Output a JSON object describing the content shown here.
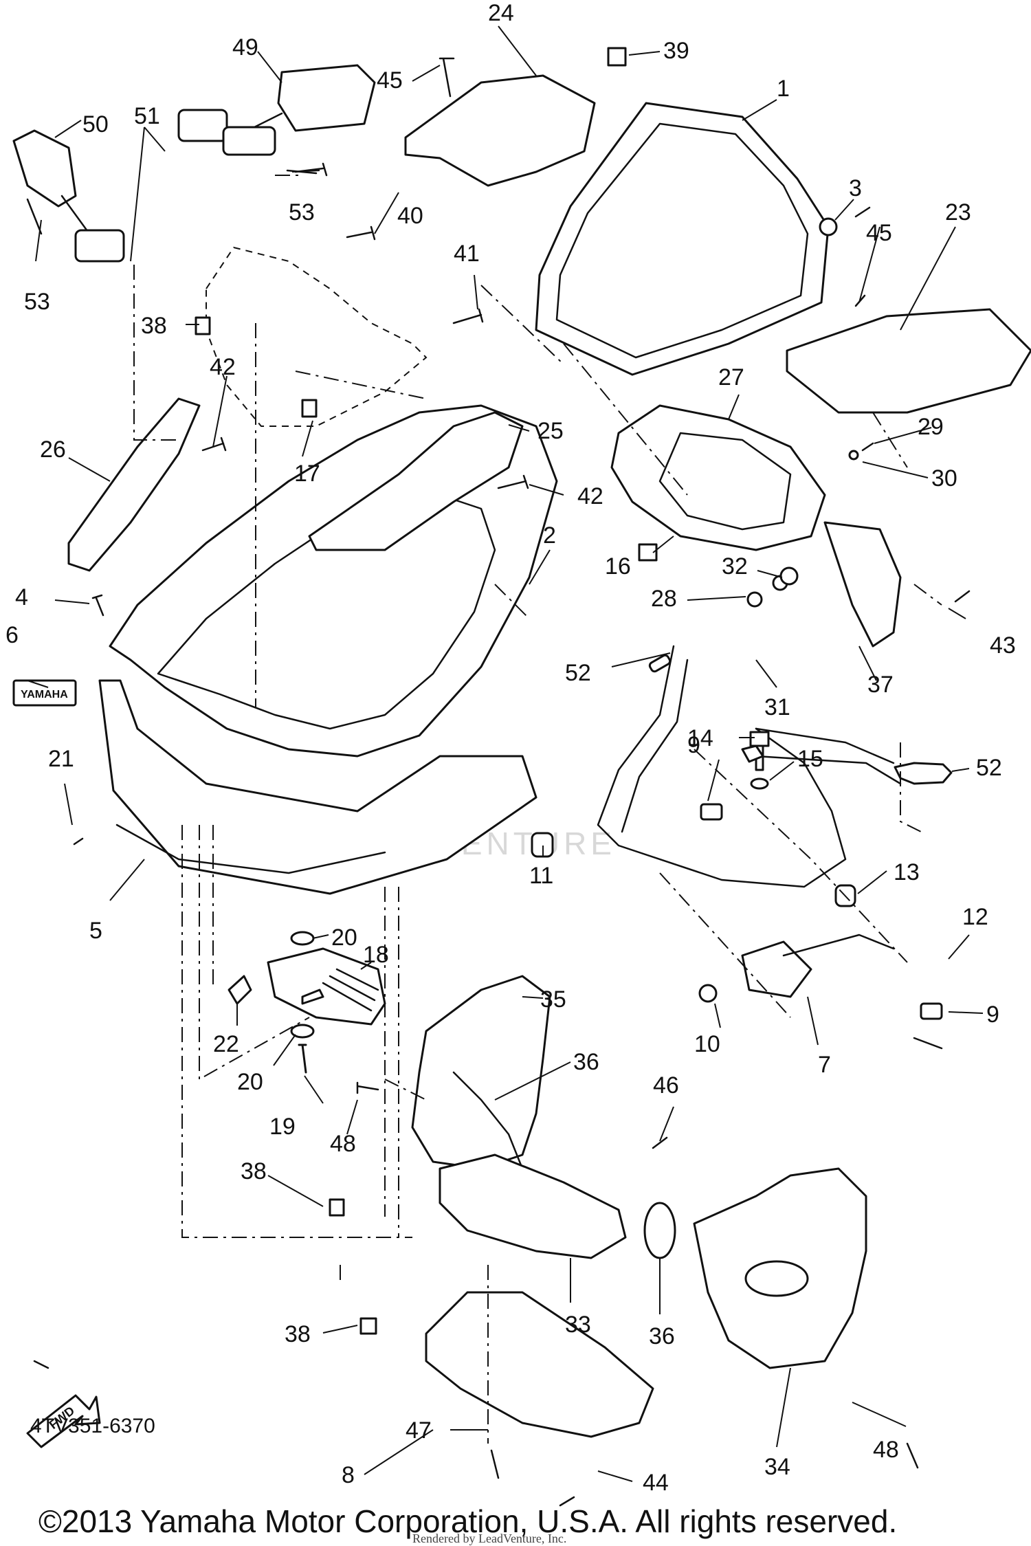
{
  "diagram": {
    "watermark": "LEADVENTURE",
    "logo_text": "YAMAHA",
    "fwd_label": "FWD",
    "catalog_code": "4TV351-6370",
    "copyright": "©2013 Yamaha Motor Corporation, U.S.A. All rights reserved.",
    "rendered_by": "Rendered by LeadVenture, Inc.",
    "callouts": [
      "1",
      "2",
      "3",
      "4",
      "5",
      "6",
      "7",
      "8",
      "9",
      "9",
      "10",
      "11",
      "12",
      "13",
      "14",
      "15",
      "16",
      "17",
      "18",
      "19",
      "20",
      "20",
      "21",
      "22",
      "23",
      "24",
      "25",
      "26",
      "27",
      "28",
      "29",
      "30",
      "31",
      "32",
      "33",
      "34",
      "35",
      "36",
      "36",
      "37",
      "38",
      "38",
      "38",
      "39",
      "40",
      "41",
      "42",
      "42",
      "43",
      "44",
      "45",
      "45",
      "46",
      "47",
      "48",
      "48",
      "49",
      "50",
      "51",
      "52",
      "52",
      "53",
      "53"
    ]
  }
}
